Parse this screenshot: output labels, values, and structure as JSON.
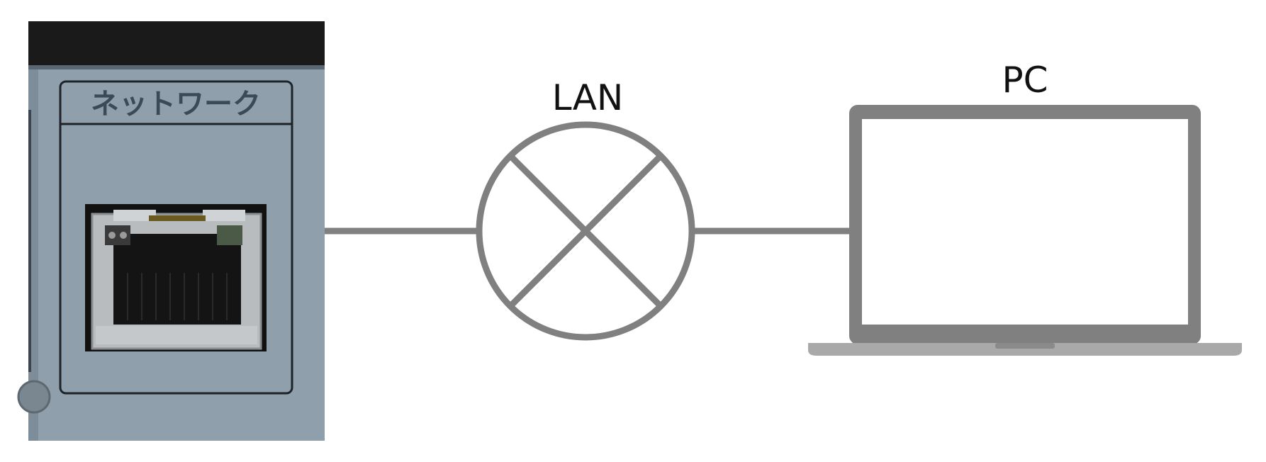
{
  "device": {
    "port_label": "ネットワーク"
  },
  "network": {
    "label": "LAN"
  },
  "computer": {
    "label": "PC"
  },
  "colors": {
    "line": "#808080",
    "panel": "#8f9fac",
    "panel_dark": "#7d8d99",
    "device_top": "#1a1a1a",
    "laptop": "#808080",
    "text": "#111111"
  },
  "icons": {
    "device": "network-device-icon",
    "lan": "lan-symbol-icon",
    "pc": "laptop-icon",
    "port": "ethernet-port-icon"
  }
}
